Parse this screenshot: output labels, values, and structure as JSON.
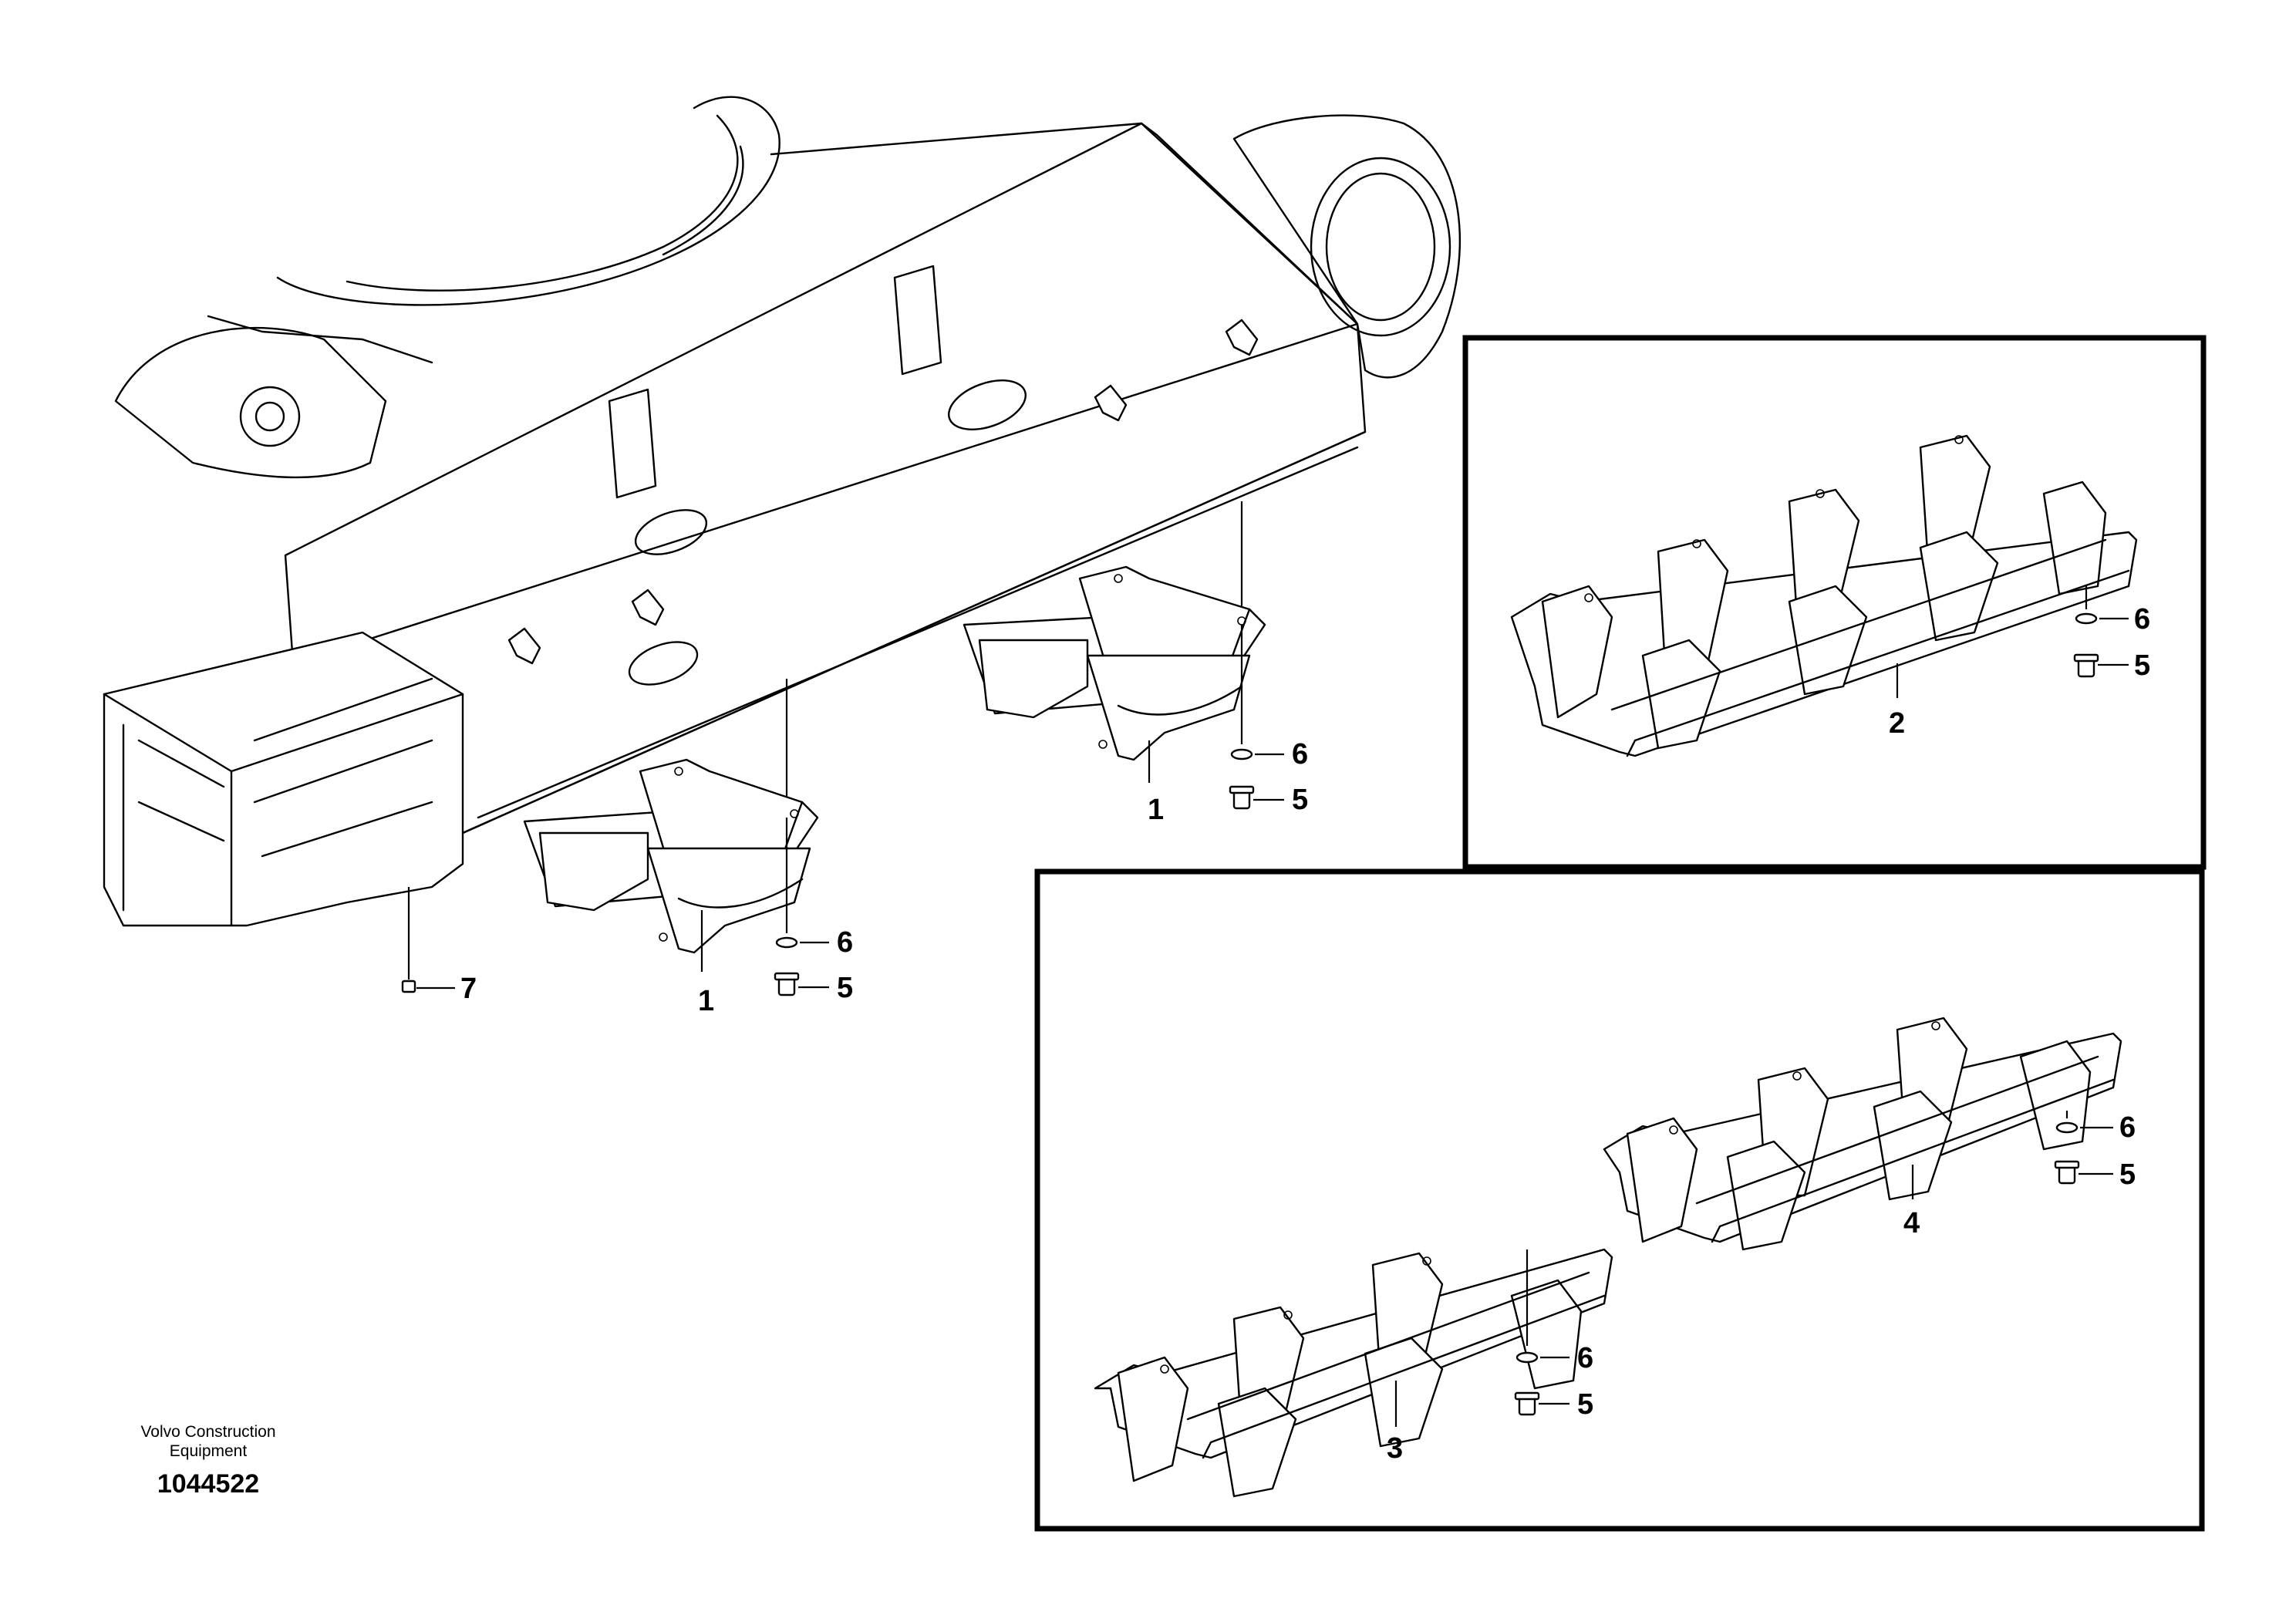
{
  "callouts": {
    "c1a": "1",
    "c1b": "1",
    "c2": "2",
    "c3": "3",
    "c4": "4",
    "c5a": "5",
    "c5b": "5",
    "c5c": "5",
    "c5d": "5",
    "c5e": "5",
    "c6a": "6",
    "c6b": "6",
    "c6c": "6",
    "c6d": "6",
    "c6e": "6",
    "c7": "7"
  },
  "footer": {
    "company_line1": "Volvo Construction",
    "company_line2": "Equipment",
    "drawing_number": "1044522"
  },
  "colors": {
    "ink": "#000000",
    "paper": "#ffffff"
  }
}
